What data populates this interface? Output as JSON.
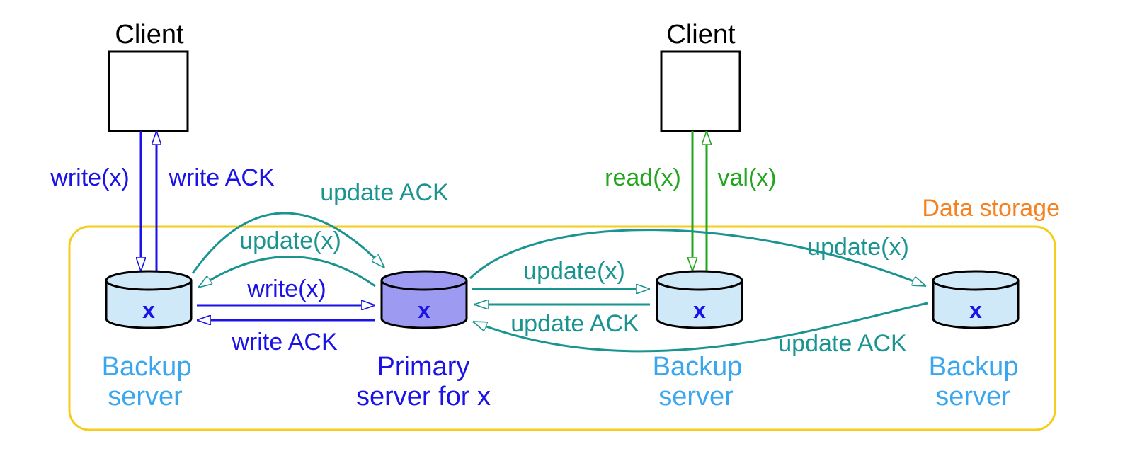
{
  "colors": {
    "write": "#1a12e6",
    "update": "#1a9490",
    "read": "#22a61f",
    "storage_border": "#f5cd1e",
    "storage_label": "#f58220",
    "backup_fill": "#cfe9f9",
    "primary_fill": "#9d9af2",
    "backup_label": "#3aa6ee",
    "primary_label": "#1a12e6",
    "x_label": "#1a12e6"
  },
  "storage": {
    "label": "Data storage"
  },
  "clients": [
    {
      "label": "Client"
    },
    {
      "label": "Client"
    }
  ],
  "servers": [
    {
      "line1": "Backup",
      "line2": "server",
      "item": "x",
      "role": "backup"
    },
    {
      "line1": "Primary",
      "line2": "server for x",
      "item": "x",
      "role": "primary"
    },
    {
      "line1": "Backup",
      "line2": "server",
      "item": "x",
      "role": "backup"
    },
    {
      "line1": "Backup",
      "line2": "server",
      "item": "x",
      "role": "backup"
    }
  ],
  "messages": {
    "client_write": "write(x)",
    "client_write_ack": "write ACK",
    "forward_write": "write(x)",
    "forward_write_ack": "write ACK",
    "update_backup1": "update(x)",
    "update_ack_backup1": "update ACK",
    "update_backup2": "update(x)",
    "update_ack_backup2": "update ACK",
    "update_backup3": "update(x)",
    "update_ack_backup3": "update ACK",
    "client_read": "read(x)",
    "client_val": "val(x)"
  }
}
